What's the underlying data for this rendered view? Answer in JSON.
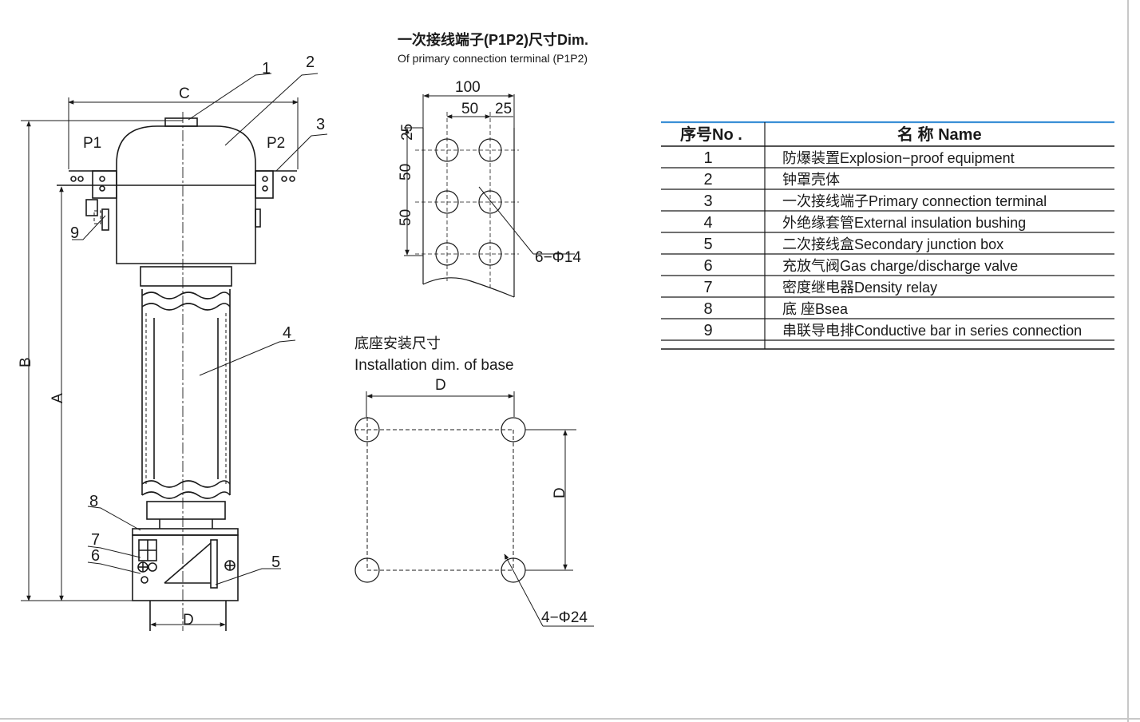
{
  "drawing": {
    "labels": {
      "C": "C",
      "B": "B",
      "A": "A",
      "D": "D",
      "P1": "P1",
      "P2": "P2",
      "callouts": [
        "1",
        "2",
        "3",
        "4",
        "5",
        "6",
        "7",
        "8",
        "9"
      ]
    }
  },
  "terminal_detail": {
    "title_cn": "一次接线端子(P1P2)尺寸Dim.",
    "title_en": "Of primary connection terminal (P1P2)",
    "dims": {
      "width": "100",
      "pitch_h": "50",
      "edge_h": "25",
      "edge_v": "25",
      "pitch_v1": "50",
      "pitch_v2": "50"
    },
    "holes": "6−Φ14"
  },
  "base_detail": {
    "title_cn": "底座安装尺寸",
    "title_en": "Installation dim. of base",
    "dim_h": "D",
    "dim_v": "D",
    "holes": "4−Φ24"
  },
  "parts_table": {
    "headers": {
      "no": "序号No .",
      "name": "名  称 Name"
    },
    "rows": [
      {
        "no": "1",
        "name": "防爆装置Explosion−proof equipment"
      },
      {
        "no": "2",
        "name": "钟罩壳体"
      },
      {
        "no": "3",
        "name": "一次接线端子Primary connection terminal"
      },
      {
        "no": "4",
        "name": "外绝缘套管External insulation bushing"
      },
      {
        "no": "5",
        "name": "二次接线盒Secondary junction box"
      },
      {
        "no": "6",
        "name": "充放气阀Gas charge/discharge valve"
      },
      {
        "no": "7",
        "name": "密度继电器Density relay"
      },
      {
        "no": "8",
        "name": "底    座Bsea"
      },
      {
        "no": "9",
        "name": "串联导电排Conductive bar in series connection"
      }
    ],
    "accent_color": "#3a8fd6"
  }
}
